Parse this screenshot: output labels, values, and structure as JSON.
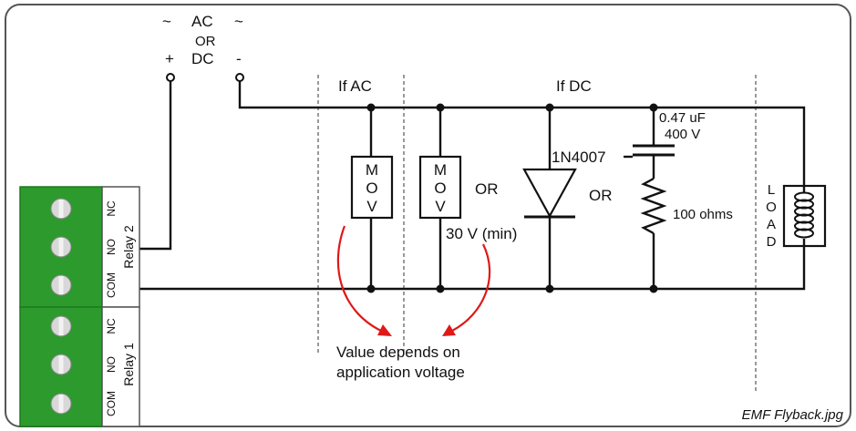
{
  "source": {
    "ac_tilde_left": "~",
    "ac": "AC",
    "ac_tilde_right": "~",
    "or": "OR",
    "plus": "+",
    "dc": "DC",
    "minus": "-"
  },
  "sections": {
    "if_ac": "If AC",
    "if_dc": "If DC"
  },
  "components": {
    "mov1_letters": [
      "M",
      "O",
      "V"
    ],
    "mov2_letters": [
      "M",
      "O",
      "V"
    ],
    "or_after_mov": "OR",
    "mov_rating": "30 V (min)",
    "diode_part": "1N4007",
    "or_after_diode": "OR",
    "cap_value": "0.47 uF",
    "cap_voltage": "400 V",
    "resistor_value": "100 ohms",
    "load_letters": [
      "L",
      "O",
      "A",
      "D"
    ]
  },
  "relay_block": {
    "relay2": {
      "name": "Relay 2",
      "nc": "NC",
      "no": "NO",
      "com": "COM"
    },
    "relay1": {
      "name": "Relay 1",
      "nc": "NC",
      "no": "NO",
      "com": "COM"
    }
  },
  "note": {
    "line1": "Value depends on",
    "line2": "application voltage"
  },
  "caption": "EMF Flyback.jpg",
  "colors": {
    "terminal_green": "#2c9a2c",
    "terminal_green_dark": "#1d7a1d",
    "arrow_red": "#e01818",
    "border": "#555555"
  }
}
